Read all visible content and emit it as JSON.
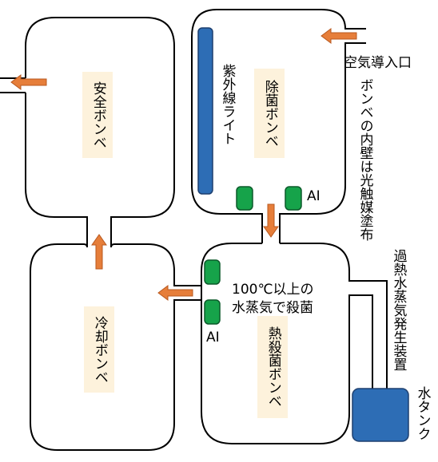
{
  "tanks": {
    "safety": "安全ボンベ",
    "sterilize": "除菌ボンベ",
    "cooling": "冷却ボンベ",
    "heat": "熱殺菌ボンベ"
  },
  "labels": {
    "uv_light": "紫外線ライト",
    "air_inlet": "空気導入口",
    "photocatalyst": "ボンベの内壁は光触媒塗布",
    "steam_generator": "過熱水蒸気発生装置",
    "water_tank": "水タンク",
    "ai_top": "AI",
    "ai_bottom": "AI",
    "steam_line1": "100℃以上の",
    "steam_line2": "水蒸気で殺菌"
  },
  "colors": {
    "arrow": "#e67e3a",
    "sensor": "#16a34a",
    "blue_component": "#2d6db5",
    "tank_label_bg": "#fdf2dc"
  }
}
